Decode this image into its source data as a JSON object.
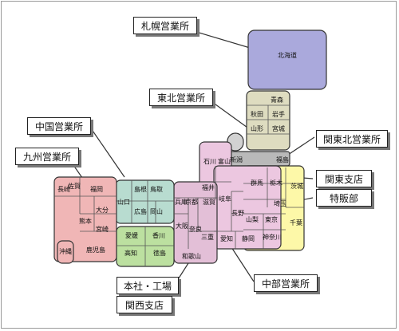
{
  "labels": {
    "sapporo": "札幌営業所",
    "tohoku": "東北営業所",
    "chugoku": "中国営業所",
    "kyushu": "九州営業所",
    "kantohoku": "関東北営業所",
    "kanto": "関東支店",
    "tokuhan": "特販部",
    "honsha": "本社・工場",
    "kansai": "関西支店",
    "chubu": "中部営業所"
  },
  "prefectures": {
    "hokkaido": "北海道",
    "aomori": "青森",
    "akita": "秋田",
    "iwate": "岩手",
    "yamagata": "山形",
    "miyagi": "宮城",
    "fukushima": "福島",
    "niigata": "新潟",
    "ishikawa": "石川",
    "toyama": "富山",
    "fukui": "福井",
    "gifu": "岐阜",
    "nagano": "長野",
    "gunma": "群馬",
    "tochigi": "栃木",
    "ibaraki": "茨城",
    "saitama": "埼玉",
    "yamanashi": "山梨",
    "tokyo": "東京",
    "chiba": "千葉",
    "kanagawa": "神奈川",
    "shizuoka": "静岡",
    "aichi": "愛知",
    "mie": "三重",
    "shiga": "滋賀",
    "kyoto": "京都",
    "nara": "奈良",
    "osaka": "大阪",
    "wakayama": "和歌山",
    "hyogo": "兵庫",
    "tottori": "鳥取",
    "shimane": "島根",
    "okayama": "岡山",
    "hiroshima": "広島",
    "yamaguchi": "山口",
    "kagawa": "香川",
    "ehime": "愛媛",
    "tokushima": "徳島",
    "kochi": "高知",
    "fukuoka": "福岡",
    "saga": "佐賀",
    "nagasaki": "長崎",
    "oita": "大分",
    "kumamoto": "熊本",
    "miyazaki": "宮崎",
    "kagoshima": "鹿児島",
    "okinawa": "沖縄"
  },
  "colors": {
    "hokkaido": "#aaa9dc",
    "tohoku": "#dedcc0",
    "kantohoku": "#b9b9b9",
    "kanto": "#fdf8a8",
    "chubu": "#ecc7e0",
    "kansai": "#e3bfd7",
    "chugoku": "#b8dcd0",
    "shikoku": "#bce0a0",
    "kyushu": "#f0b6b6",
    "toyama": "#d2d2d2"
  }
}
